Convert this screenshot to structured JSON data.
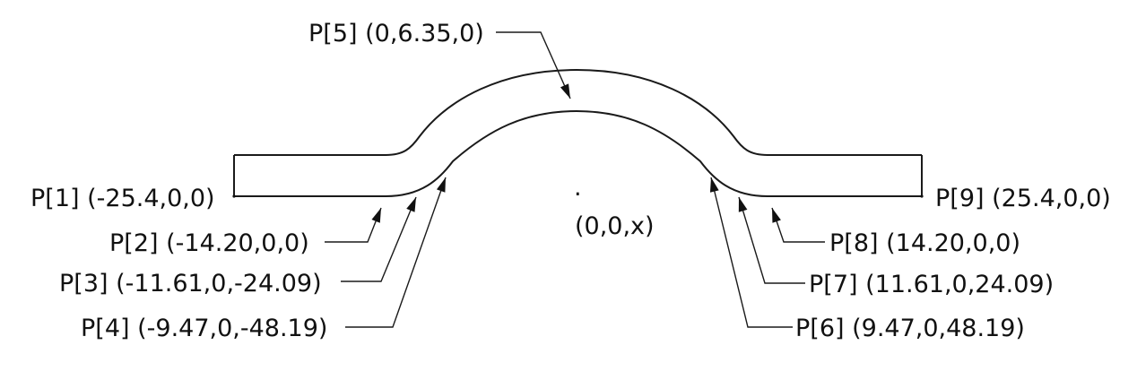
{
  "diagram": {
    "points": {
      "p1": "P[1] (-25.4,0,0)",
      "p2": "P[2] (-14.20,0,0)",
      "p3": "P[3] (-11.61,0,-24.09)",
      "p4": "P[4] (-9.47,0,-48.19)",
      "p5": "P[5] (0,6.35,0)",
      "p6": "P[6] (9.47,0,48.19)",
      "p7": "P[7] (11.61,0,24.09)",
      "p8": "P[8] (14.20,0,0)",
      "p9": "P[9] (25.4,0,0)"
    },
    "origin": {
      "dot": ".",
      "label": "(0,0,x)"
    }
  }
}
